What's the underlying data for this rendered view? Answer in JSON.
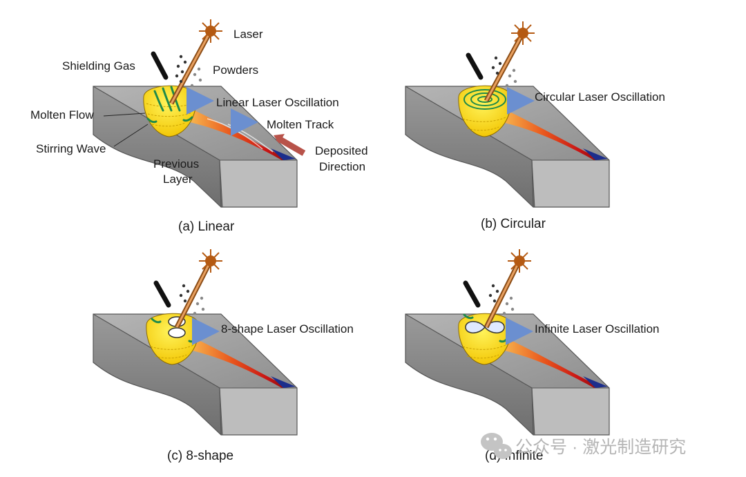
{
  "panels": [
    {
      "caption": "(a) Linear",
      "mode": "linear",
      "oscillation_label": "Linear Laser Oscillation",
      "labels": {
        "laser": "Laser",
        "shielding_gas": "Shielding Gas",
        "powders": "Powders",
        "molten_flow": "Molten Flow",
        "stirring_wave": "Stirring Wave",
        "molten_track": "Molten Track",
        "deposited_direction_line1": "Deposited",
        "deposited_direction_line2": "Direction",
        "previous_layer_line1": "Previous",
        "previous_layer_line2": "Layer"
      }
    },
    {
      "caption": "(b) Circular",
      "mode": "circular",
      "oscillation_label": "Circular Laser Oscillation"
    },
    {
      "caption": "(c) 8-shape",
      "mode": "eight",
      "oscillation_label": "8-shape Laser Oscillation"
    },
    {
      "caption": "(d) Infinite",
      "mode": "infinite",
      "oscillation_label": "Infinite  Laser Oscillation"
    }
  ],
  "watermark": {
    "text": "公众号 · 激光制造研究",
    "icon": "wechat-icon"
  },
  "colors": {
    "block_top": "#a3a3a3",
    "block_front": "#8e8e8e",
    "block_end": "#b8b8b8",
    "molten_pool": "#ffe600",
    "track_hot": "#c81414",
    "track_cold": "#1c2e8c",
    "laser_beam": "#c8782e",
    "oscillation_arrow": "#6b8fd0",
    "deposited_arrow": "#b8534a"
  }
}
